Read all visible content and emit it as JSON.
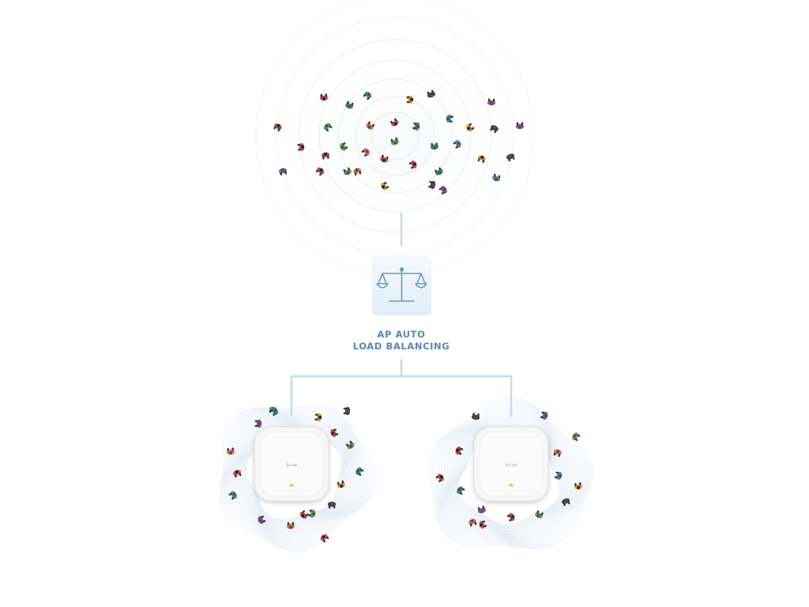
{
  "center_node": {
    "label_line1": "AP AUTO",
    "label_line2": "LOAD BALANCING",
    "icon": "balance-scale-icon"
  },
  "access_points": [
    {
      "brand": "D-Link",
      "icon": "access-point-icon"
    },
    {
      "brand": "D-Link",
      "icon": "access-point-icon"
    }
  ],
  "colors": {
    "connector": "#c9dbe6",
    "label_text": "#5b86ad",
    "icon_stroke": "#6e99bf",
    "icon_bg_top": "#f4f9fc",
    "icon_bg_bottom": "#e2eef7",
    "ring": "#e7ecef",
    "contour": "#c9d8ea",
    "ap_body": "#f7f7f7",
    "ap_led": "#c7d82e"
  }
}
